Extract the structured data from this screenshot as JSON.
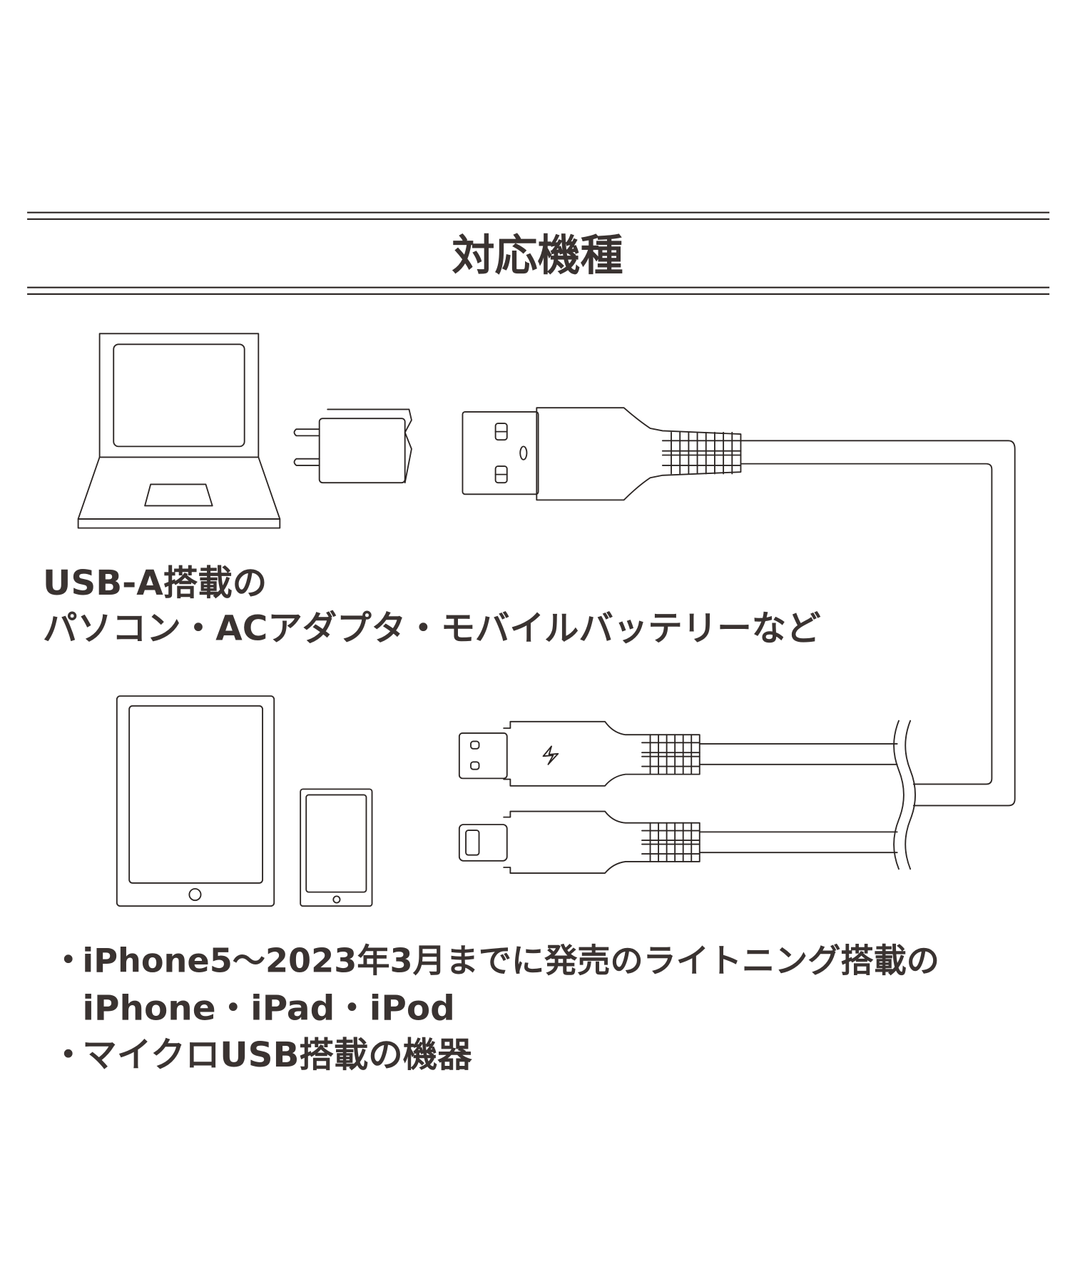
{
  "heading": {
    "title": "対応機種"
  },
  "host_devices": {
    "line1": "USB-A搭載の",
    "line2": "パソコン・ACアダプタ・モバイルバッテリーなど"
  },
  "target_devices": {
    "bullet": "・",
    "item1_line1": "iPhone5～2023年3月までに発売のライトニング搭載の",
    "item1_line2": "iPhone・iPad・iPod",
    "item2": "マイクロUSB搭載の機器"
  },
  "colors": {
    "ink": "#3a3331",
    "line": "#2b2523",
    "background": "#ffffff"
  }
}
